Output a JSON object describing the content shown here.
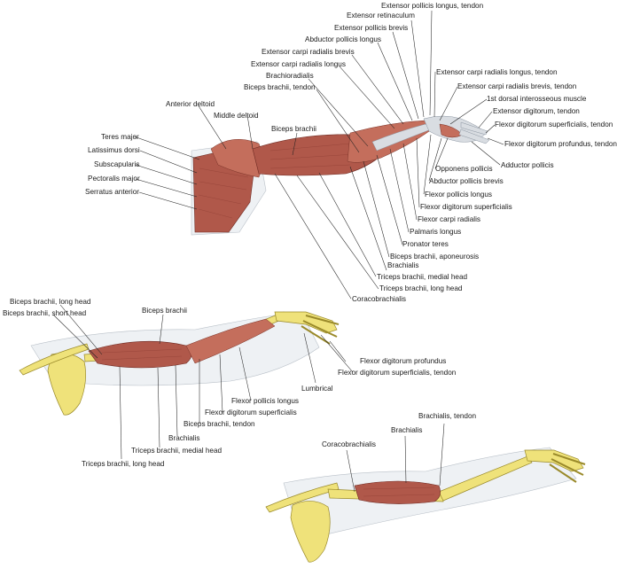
{
  "figure1": {
    "labels": {
      "ext_poll_longus_t": "Extensor pollicis longus, tendon",
      "ext_retinaculum": "Extensor retinaculum",
      "ext_poll_brevis": "Extensor pollicis brevis",
      "abd_poll_longus": "Abductor pollicis longus",
      "ecr_brevis": "Extensor carpi radialis brevis",
      "ecr_longus": "Extensor carpi radialis longus",
      "brachioradialis": "Brachioradialis",
      "biceps_tendon": "Biceps brachii, tendon",
      "ant_deltoid": "Anterior deltoid",
      "mid_deltoid": "Middle deltoid",
      "biceps": "Biceps brachii",
      "teres_major": "Teres major",
      "lat_dorsi": "Latissimus dorsi",
      "subscapularis": "Subscapularis",
      "pect_major": "Pectoralis major",
      "serratus": "Serratus anterior",
      "ecrl_tendon": "Extensor carpi radialis longus, tendon",
      "ecrb_tendon": "Extensor carpi radialis brevis, tendon",
      "dorsal_interosseous": "1st dorsal interosseous muscle",
      "ext_dig_tendon": "Extensor digitorum, tendon",
      "fds_tendon": "Flexor digitorum superficialis, tendon",
      "fdp_tendon": "Flexor digitorum profundus, tendon",
      "abd_poll": "Adductor pollicis",
      "opponens": "Opponens pollicis",
      "abd_poll_brevis": "Abductor pollicis brevis",
      "fpl": "Flexor pollicis longus",
      "fds": "Flexor digitorum superficialis",
      "fcr": "Flexor carpi radialis",
      "palmaris": "Palmaris longus",
      "pronator": "Pronator teres",
      "biceps_apo": "Biceps brachii, aponeurosis",
      "brachialis": "Brachialis",
      "triceps_medial": "Triceps brachii, medial head",
      "triceps_long": "Triceps brachii, long head",
      "coracobrachialis": "Coracobrachialis"
    }
  },
  "figure2": {
    "labels": {
      "biceps_long": "Biceps brachii, long head",
      "biceps_short": "Biceps brachii, short head",
      "biceps": "Biceps brachii",
      "fdp": "Flexor digitorum profundus",
      "fds_tendon": "Flexor digitorum superficialis, tendon",
      "lumbrical": "Lumbrical",
      "fpl": "Flexor pollicis longus",
      "fds": "Flexor digitorum superficialis",
      "biceps_tendon": "Biceps brachii, tendon",
      "brachialis": "Brachialis",
      "triceps_medial": "Triceps brachii, medial head",
      "triceps_long": "Triceps brachii, long head"
    }
  },
  "figure3": {
    "labels": {
      "brachialis_tendon": "Brachialis, tendon",
      "brachialis": "Brachialis",
      "coracobrachialis": "Coracobrachialis"
    }
  }
}
